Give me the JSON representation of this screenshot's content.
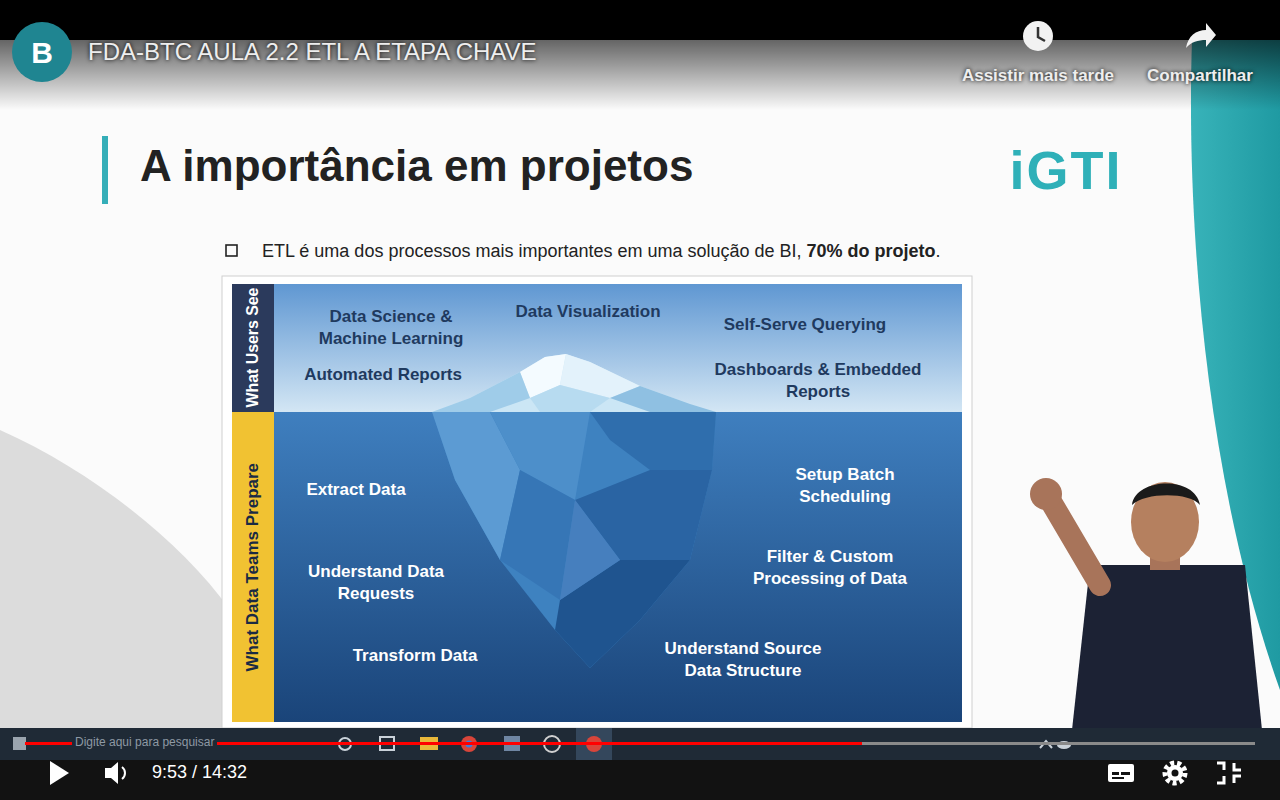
{
  "diagram": {
    "title": "A importância em projetos",
    "nodes": [
      {
        "text": [
          "What Users See"
        ]
      },
      {
        "text": [
          "What Data Teams Prepare"
        ]
      }
    ],
    "labels": [
      "B",
      "FDA-BTC AULA 2.2 ETL A ETAPA CHAVE",
      "Assistir mais tarde",
      "Compartilhar",
      "iGTI",
      "ETL é uma dos processos mais importantes em uma solução de BI,",
      "70% do projeto",
      ".",
      "Data Science & Machine Learning",
      "Data Visualization",
      "Self-Serve Querying",
      "Automated Reports",
      "Dashboards & Embedded Reports",
      "Extract Data",
      "Setup Batch Scheduling",
      "Understand Data Requests",
      "Filter & Custom Processing of Data",
      "Transform Data",
      "Understand Source Data Structure",
      "Digite aqui para pesquisar",
      "9:53 / 14:32"
    ]
  }
}
